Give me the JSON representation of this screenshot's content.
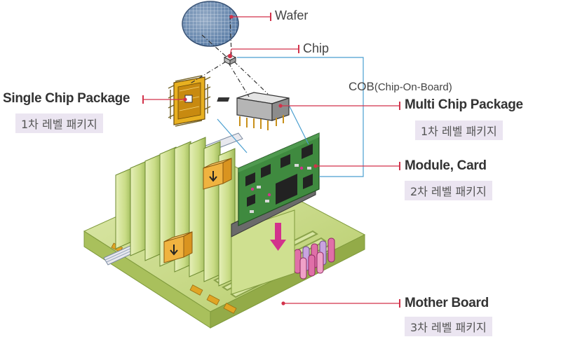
{
  "labels": {
    "wafer": "Wafer",
    "chip": "Chip",
    "cob": "COB",
    "cob_sub": "(Chip-On-Board)",
    "single_chip_package": "Single Chip Package",
    "single_chip_level": "1차 레벨 패키지",
    "multi_chip_package": "Multi Chip Package",
    "multi_chip_level": "1차 레벨 패키지",
    "module_card": "Module, Card",
    "module_card_level": "2차 레벨 패키지",
    "mother_board": "Mother Board",
    "mother_board_level": "3차 레벨 패키지"
  },
  "colors": {
    "leader_line": "#d2324a",
    "connector_line": "#4a9fd0",
    "level_badge_bg": "#ebe5f1",
    "board_green": "#cfe39a",
    "pcb_green": "#3f8a3f",
    "chip_gold": "#e8b020",
    "arrow_magenta": "#d2328c"
  },
  "icons": [
    "wafer-icon",
    "chip-icon",
    "single-chip-package-icon",
    "multi-chip-package-icon",
    "module-card-icon",
    "mother-board-icon",
    "down-arrow-icon"
  ]
}
